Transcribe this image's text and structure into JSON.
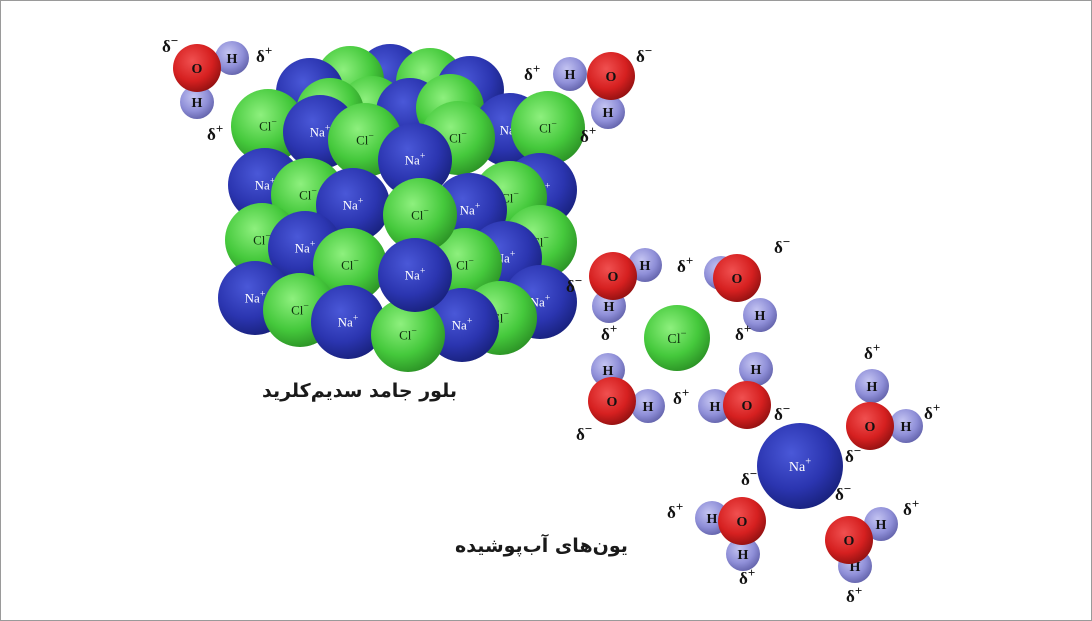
{
  "labels": {
    "crystal_caption": "بلور جامد سدیم‌کلرید",
    "hydrated_caption": "یون‌های آب‌پوشیده",
    "sodium_ion": "Na",
    "chloride_ion": "Cl",
    "plus": "+",
    "minus": "−",
    "oxygen": "O",
    "hydrogen": "H",
    "delta": "δ"
  },
  "colors": {
    "sodium": "#2b35b0",
    "chloride": "#45c93c",
    "oxygen": "#d62020",
    "hydrogen": "#8f8fd8",
    "frame": "#9a9a9a"
  }
}
